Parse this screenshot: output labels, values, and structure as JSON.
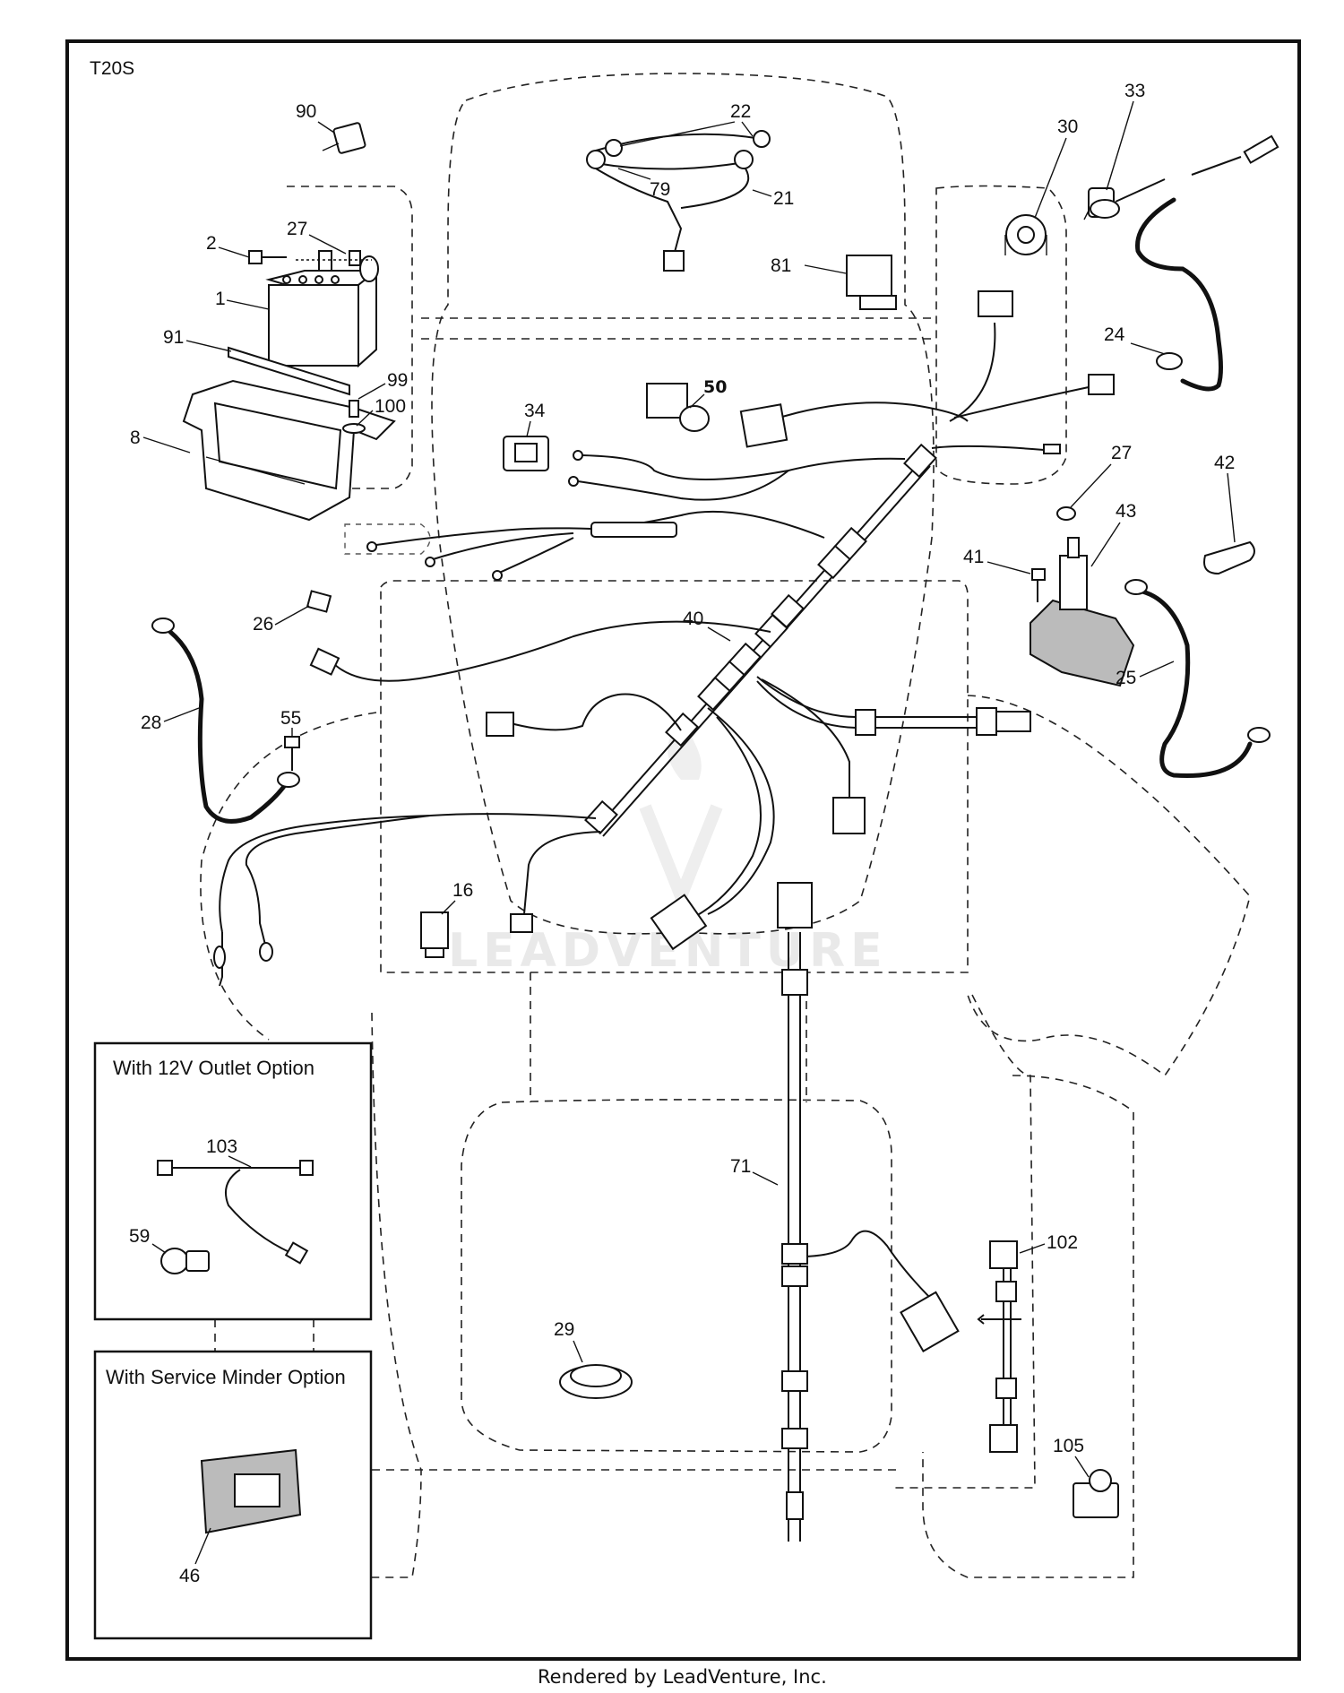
{
  "diagram_code": "T20S",
  "footer": "Rendered by LeadVenture, Inc.",
  "watermark": "LEADVENTURE",
  "insets": {
    "outlet_option": {
      "title": "With 12V Outlet Option",
      "parts": [
        "103",
        "59"
      ]
    },
    "service_minder_option": {
      "title": "With Service Minder Option",
      "parts": [
        "46"
      ]
    }
  },
  "callouts": {
    "c1": "1",
    "c2": "2",
    "c8": "8",
    "c16": "16",
    "c21": "21",
    "c22": "22",
    "c24": "24",
    "c25": "25",
    "c26": "26",
    "c27a": "27",
    "c27b": "27",
    "c28": "28",
    "c29": "29",
    "c30": "30",
    "c33": "33",
    "c34": "34",
    "c40": "40",
    "c41": "41",
    "c42": "42",
    "c43": "43",
    "c46": "46",
    "c50": "50",
    "c55": "55",
    "c59": "59",
    "c71": "71",
    "c79": "79",
    "c81": "81",
    "c90": "90",
    "c91": "91",
    "c99": "99",
    "c100": "100",
    "c102": "102",
    "c103": "103",
    "c105": "105"
  }
}
